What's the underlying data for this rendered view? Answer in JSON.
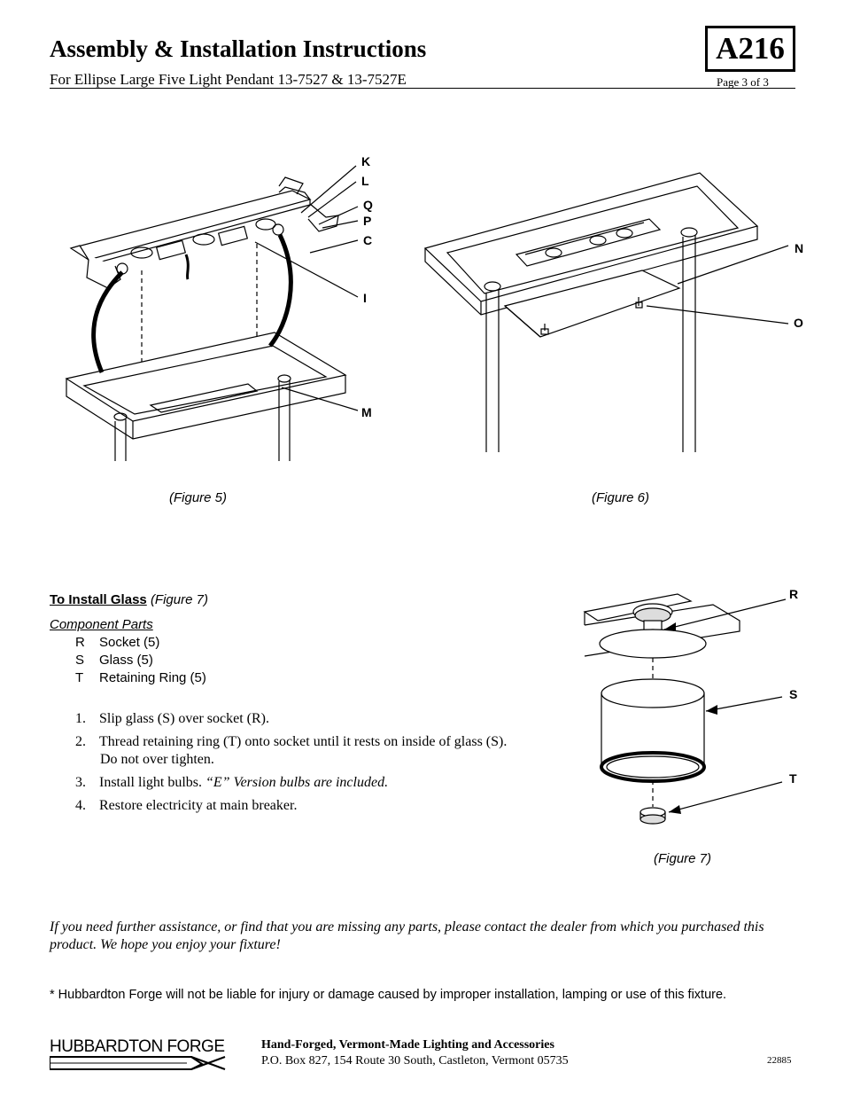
{
  "header": {
    "title": "Assembly & Installation Instructions",
    "subtitle": "For Ellipse Large Five Light Pendant 13-7527 & 13-7527E",
    "code": "A216",
    "page": "Page 3 of 3"
  },
  "figure5": {
    "caption": "(Figure 5)",
    "callouts": [
      "K",
      "L",
      "Q",
      "P",
      "C",
      "I",
      "M"
    ]
  },
  "figure6": {
    "caption": "(Figure 6)",
    "callouts": [
      "N",
      "O"
    ]
  },
  "install_glass": {
    "heading": "To Install Glass",
    "figure_ref": "(Figure 7)",
    "parts_heading": "Component Parts",
    "parts": [
      {
        "letter": "R",
        "name": "Socket (5)"
      },
      {
        "letter": "S",
        "name": "Glass (5)"
      },
      {
        "letter": "T",
        "name": "Retaining Ring (5)"
      }
    ],
    "steps": [
      {
        "num": "1.",
        "text": "Slip glass (S) over socket (R)."
      },
      {
        "num": "2.",
        "text": "Thread retaining ring (T) onto socket until it rests on inside of glass (S).",
        "text2": "Do not over tighten."
      },
      {
        "num": "3.",
        "text": "Install light bulbs.",
        "note": "“E” Version bulbs are included."
      },
      {
        "num": "4.",
        "text": "Restore electricity at main breaker."
      }
    ]
  },
  "figure7": {
    "caption": "(Figure 7)",
    "callouts": [
      "R",
      "S",
      "T"
    ]
  },
  "assistance": "If you need further assistance, or find that you are missing any parts, please contact the dealer from which you purchased this product. We hope you enjoy your fixture!",
  "disclaimer": "* Hubbardton Forge will not be liable for injury or damage caused by improper installation, lamping or use of this fixture.",
  "footer": {
    "logo_text": "HUBBARDTON FORGE",
    "tagline": "Hand-Forged, Vermont-Made Lighting and Accessories",
    "address": "P.O. Box 827, 154 Route 30 South, Castleton, Vermont 05735",
    "doc_number": "22885"
  }
}
